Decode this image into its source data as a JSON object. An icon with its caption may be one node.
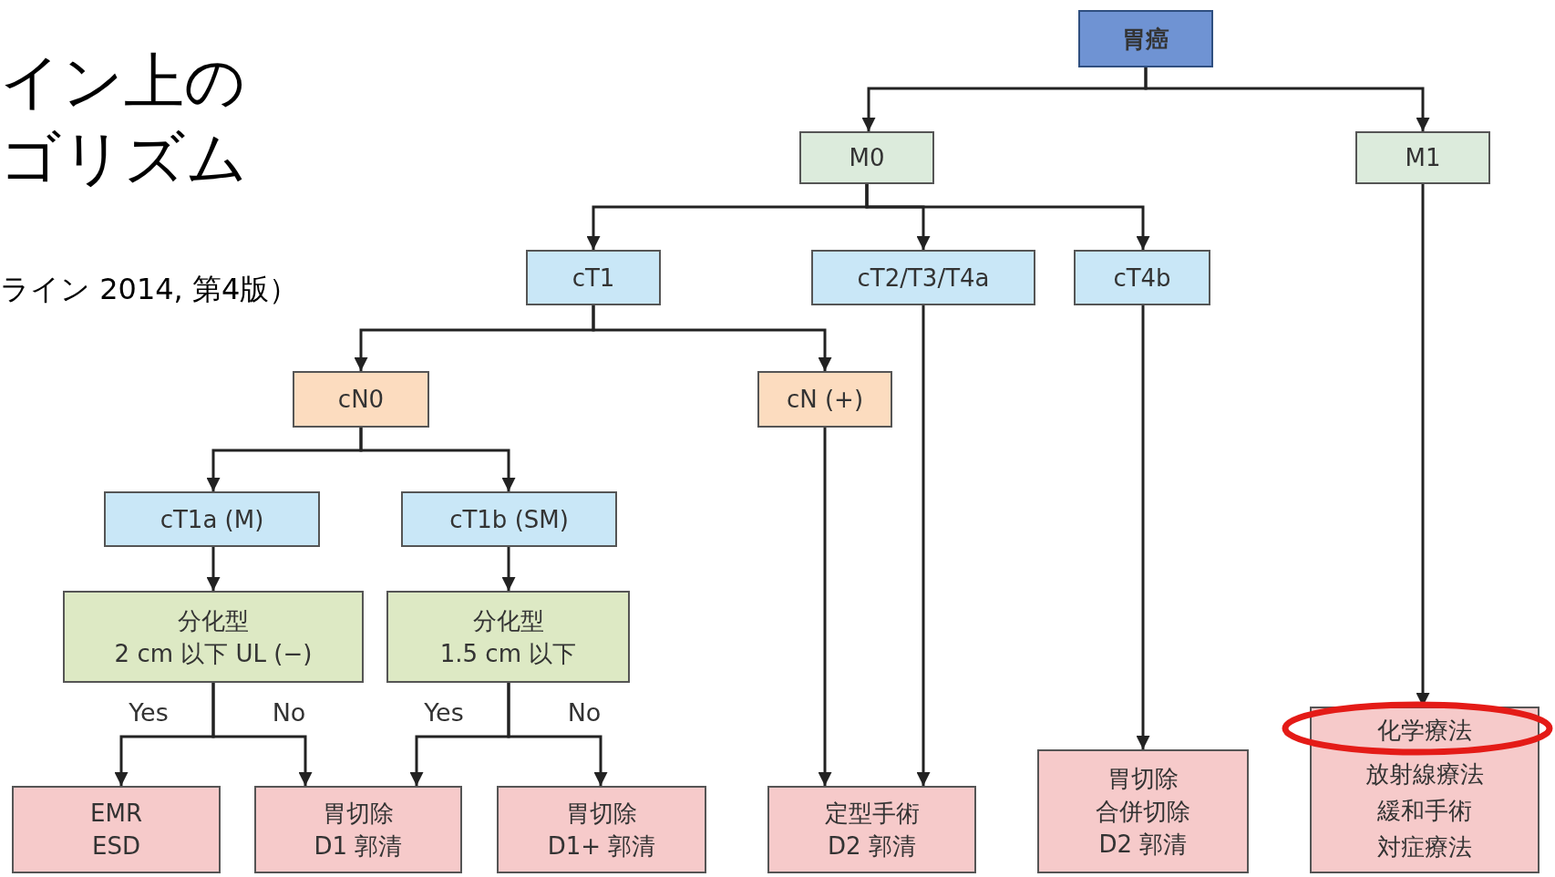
{
  "diagram": {
    "title": "イン上のゴリズム",
    "caption": "ライン 2014, 第4版）",
    "nodes": [
      {
        "text": [
          "胃癌"
        ]
      },
      {
        "text": [
          "M0"
        ]
      },
      {
        "text": [
          "M1"
        ]
      },
      {
        "text": [
          "cT1"
        ]
      },
      {
        "text": [
          "cT2/T3/T4a"
        ]
      },
      {
        "text": [
          "cT4b"
        ]
      },
      {
        "text": [
          "cN0"
        ]
      },
      {
        "text": [
          "cN (+)"
        ]
      },
      {
        "text": [
          "cT1a (M)"
        ]
      },
      {
        "text": [
          "cT1b (SM)"
        ]
      },
      {
        "text": [
          "分化型",
          "2 cm 以下 UL (−)"
        ]
      },
      {
        "text": [
          "分化型",
          "1.5 cm 以下"
        ]
      },
      {
        "text": [
          "EMR",
          "ESD"
        ]
      },
      {
        "text": [
          "胃切除",
          "D1 郭清"
        ]
      },
      {
        "text": [
          "胃切除",
          "D1+ 郭清"
        ]
      },
      {
        "text": [
          "定型手術",
          "D2 郭清"
        ]
      },
      {
        "text": [
          "胃切除",
          "合併切除",
          "D2 郭清"
        ]
      },
      {
        "text": [
          "化学療法",
          "放射線療法",
          "緩和手術",
          "対症療法"
        ]
      }
    ],
    "edges": [
      {
        "from": 0,
        "to": 1,
        "arrow": "to"
      },
      {
        "from": 0,
        "to": 2,
        "arrow": "to"
      },
      {
        "from": 1,
        "to": 3,
        "arrow": "to"
      },
      {
        "from": 1,
        "to": 4,
        "arrow": "to"
      },
      {
        "from": 1,
        "to": 5,
        "arrow": "to"
      },
      {
        "from": 3,
        "to": 6,
        "arrow": "to"
      },
      {
        "from": 3,
        "to": 7,
        "arrow": "to"
      },
      {
        "from": 6,
        "to": 8,
        "arrow": "to"
      },
      {
        "from": 6,
        "to": 9,
        "arrow": "to"
      },
      {
        "from": 8,
        "to": 10,
        "arrow": "to"
      },
      {
        "from": 9,
        "to": 11,
        "arrow": "to"
      },
      {
        "from": 10,
        "to": 12,
        "arrow": "to",
        "label": "Yes"
      },
      {
        "from": 10,
        "to": 13,
        "arrow": "to",
        "label": "No"
      },
      {
        "from": 11,
        "to": 13,
        "arrow": "to",
        "label": "Yes"
      },
      {
        "from": 11,
        "to": 14,
        "arrow": "to",
        "label": "No"
      },
      {
        "from": 7,
        "to": 15,
        "arrow": "to"
      },
      {
        "from": 4,
        "to": 15,
        "arrow": "to"
      },
      {
        "from": 5,
        "to": 16,
        "arrow": "to"
      },
      {
        "from": 2,
        "to": 17,
        "arrow": "to"
      }
    ]
  }
}
